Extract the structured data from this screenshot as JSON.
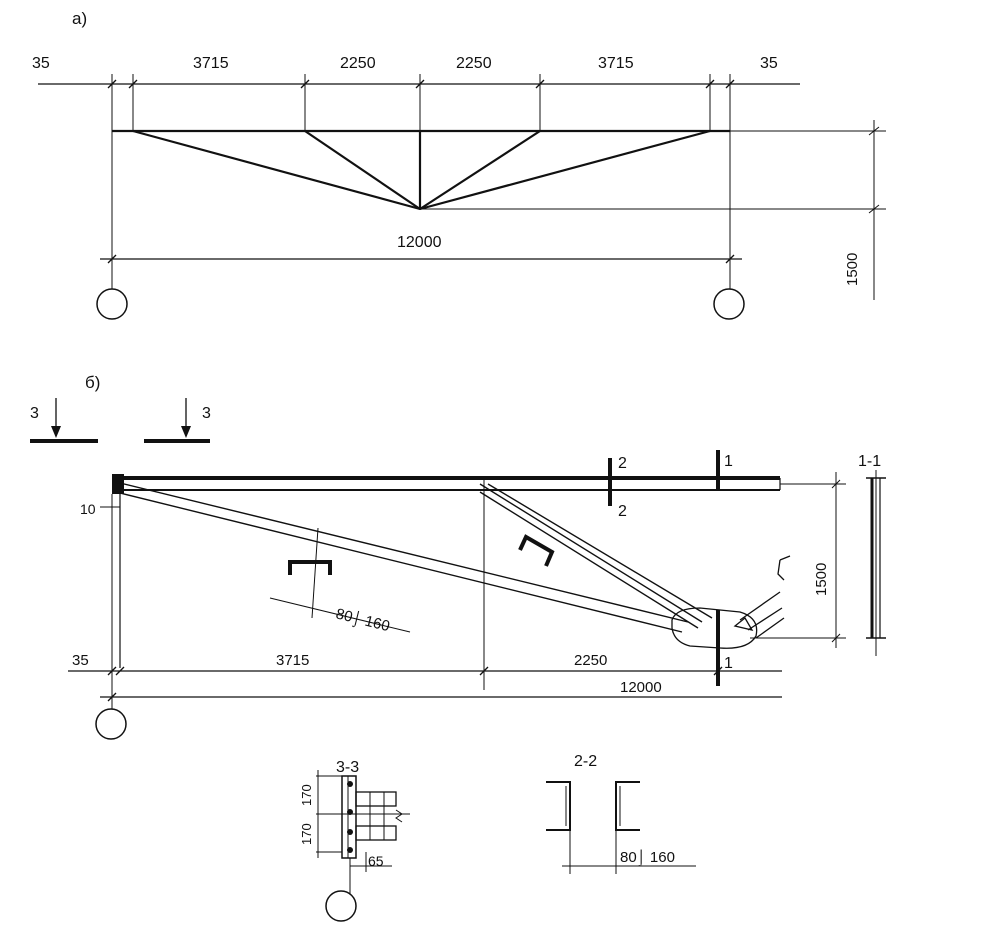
{
  "view_a": {
    "label": "а)",
    "top_dims": [
      "35",
      "3715",
      "2250",
      "2250",
      "3715",
      "35"
    ],
    "span": "12000",
    "height": "1500"
  },
  "view_b": {
    "label": "б)",
    "section_3": "3",
    "section_2": "2",
    "section_1": "1",
    "dim_10": "10",
    "dim_35": "35",
    "dim_3715": "3715",
    "dim_2250": "2250",
    "dim_12000": "12000",
    "dim_1500": "1500",
    "channel_label": "80⌡ 160",
    "section_1_1_title": "1-1"
  },
  "section_3_3": {
    "title": "3-3",
    "dim_170_top": "170",
    "dim_170_bottom": "170",
    "dim_65": "65"
  },
  "section_2_2": {
    "title": "2-2",
    "channel_label": "80⌡ 160"
  }
}
